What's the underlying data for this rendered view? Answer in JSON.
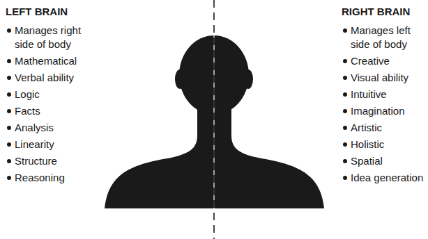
{
  "diagram": {
    "labels": [
      "LEFT BRAIN",
      "Manages right side of body",
      "Mathematical",
      "Verbal ability",
      "Logic",
      "Facts",
      "Analysis",
      "Linearity",
      "Structure",
      "Reasoning",
      "RIGHT BRAIN",
      "Manages left side of body",
      "Creative",
      "Visual ability",
      "Intuitive",
      "Imagination",
      "Artistic",
      "Holistic",
      "Spatial",
      "Idea generation"
    ]
  }
}
